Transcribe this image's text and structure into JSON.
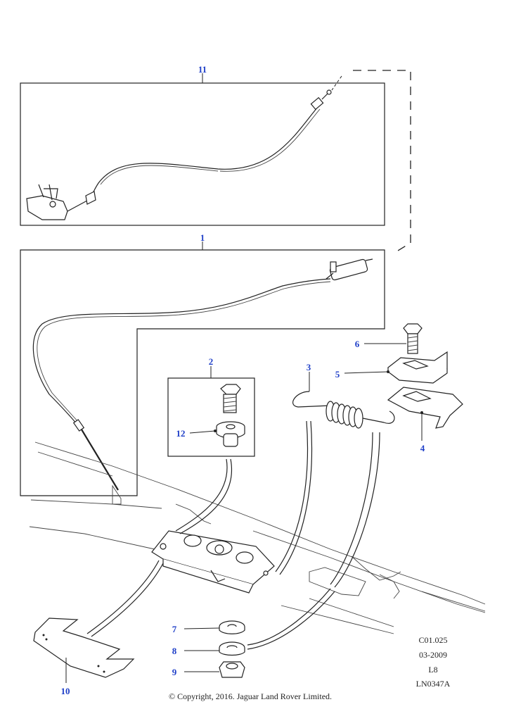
{
  "callouts": {
    "c1": "1",
    "c2": "2",
    "c3": "3",
    "c4": "4",
    "c5": "5",
    "c6": "6",
    "c7": "7",
    "c8": "8",
    "c9": "9",
    "c10": "10",
    "c11": "11",
    "c12": "12"
  },
  "meta": {
    "ref": "C01.025",
    "date": "03-2009",
    "level": "L8",
    "drawing": "LN0347A"
  },
  "copyright": "© Copyright, 2016. Jaguar Land Rover Limited.",
  "colors": {
    "callout": "#1f3fc8",
    "line": "#222222",
    "background": "#ffffff"
  }
}
